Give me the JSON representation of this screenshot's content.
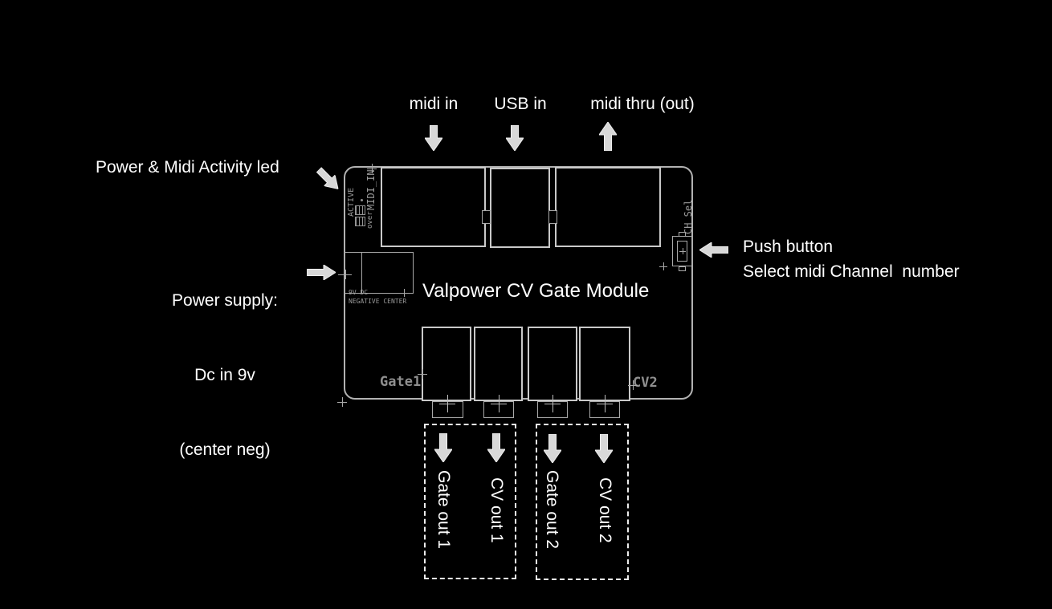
{
  "title": "Valpower CV Gate Module diagram",
  "colors": {
    "background": "#000000",
    "board_outline": "#b2b2b2",
    "connector_outline": "#c9c9c9",
    "silkscreen_text": "#9a9a9a",
    "annotation_text": "#ffffff",
    "arrow_fill": "#d8d8d8"
  },
  "board": {
    "title": "Valpower CV Gate Module",
    "silkscreen": {
      "active": "ACTIVE",
      "midi_in": "MIDI_IN",
      "over": "over",
      "ch_sel": "CH Sel",
      "dc_line1": "9V DC",
      "dc_line2": "NEGATIVE CENTER",
      "gate1": "Gate1",
      "cv2": "CV2"
    }
  },
  "annotations": {
    "midi_in": "midi in",
    "usb_in": "USB in",
    "midi_thru": "midi thru (out)",
    "power_led": "Power & Midi Activity led",
    "power_supply_line1": "Power supply:",
    "power_supply_line2": "Dc in 9v",
    "power_supply_line3": "(center neg)",
    "push_button_line1": "Push button",
    "push_button_line2": "Select midi Channel  number",
    "gate_out_1": "Gate out 1",
    "cv_out_1": "CV out 1",
    "gate_out_2": "Gate out 2",
    "cv_out_2": "CV out 2"
  },
  "icons": {
    "midi_in_arrow": "down-arrow",
    "usb_in_arrow": "down-arrow",
    "midi_thru_arrow": "up-arrow",
    "power_led_arrow": "diagonal-down-right-arrow",
    "power_supply_arrow": "right-arrow",
    "push_button_arrow": "left-arrow",
    "output_arrows": "down-arrow"
  }
}
